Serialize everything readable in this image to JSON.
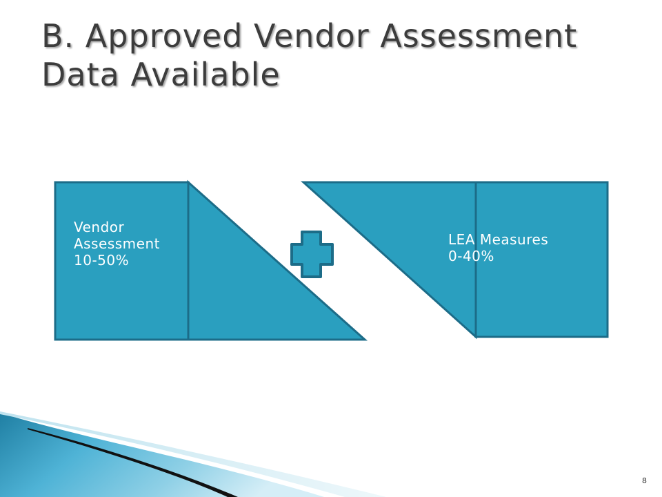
{
  "slide": {
    "title_line1": "B.  Approved Vendor Assessment",
    "title_line2": "Data Available",
    "page_number": "8"
  },
  "diagram": {
    "vendor_box": {
      "line1": "Vendor",
      "line2": "Assessment",
      "line3": "10-50%"
    },
    "lea_box": {
      "line1": "LEA Measures",
      "line2": "0-40%"
    },
    "plus_symbol": "plus-shape"
  },
  "colors": {
    "shape_fill": "#2a9fbf",
    "shape_stroke": "#1c6c88",
    "title_text": "#3c3c3c",
    "label_text": "#ffffff"
  }
}
